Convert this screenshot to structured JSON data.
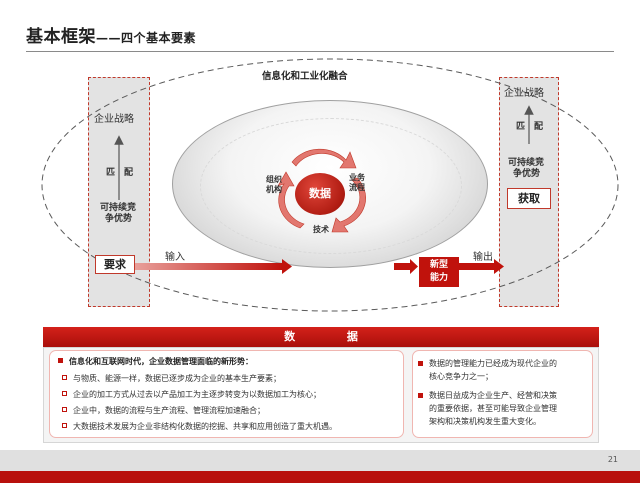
{
  "title": {
    "main": "基本框架",
    "dash": "——",
    "sub": "四个基本要素"
  },
  "diagram_title": "信息化和工业化融合",
  "left_panel": {
    "top": "企业战略",
    "match": [
      "匹",
      "配"
    ],
    "bottom": [
      "可持续竞",
      "争优势"
    ],
    "box": "要求"
  },
  "right_panel": {
    "top": "企业战略",
    "match": [
      "匹",
      "配"
    ],
    "bottom": [
      "可持续竞",
      "争优势"
    ],
    "box": "获取"
  },
  "cycle": {
    "center": "数据",
    "left": [
      "组织",
      "机构"
    ],
    "right": [
      "业务",
      "流程"
    ],
    "bottom": "技术"
  },
  "flow": {
    "input": "输入",
    "output": "输出",
    "new_capability": [
      "新型",
      "能力"
    ]
  },
  "data_section": {
    "header": "数 据",
    "left_heading": "信息化和互联网时代，企业数据管理面临的新形势：",
    "left_items": [
      "与物质、能源一样，数据已逐步成为企业的基本生产要素；",
      "企业的加工方式从过去以产品加工为主逐步转变为以数据加工为核心；",
      "企业中，数据的流程与生产流程、管理流程加速融合；",
      "大数据技术发展为企业非结构化数据的挖掘、共享和应用创造了重大机遇。"
    ],
    "right_items": [
      [
        "数据的管理能力已经成为现代企业的",
        "核心竞争力之一；"
      ],
      [
        "数据日益成为企业生产、经营和决策",
        "的重要依据，甚至可能导致企业管理",
        "架构和决策机构发生重大变化。"
      ]
    ]
  },
  "page_number": "21",
  "colors": {
    "accent": "#c0120c",
    "panel": "#e3e3e3"
  }
}
